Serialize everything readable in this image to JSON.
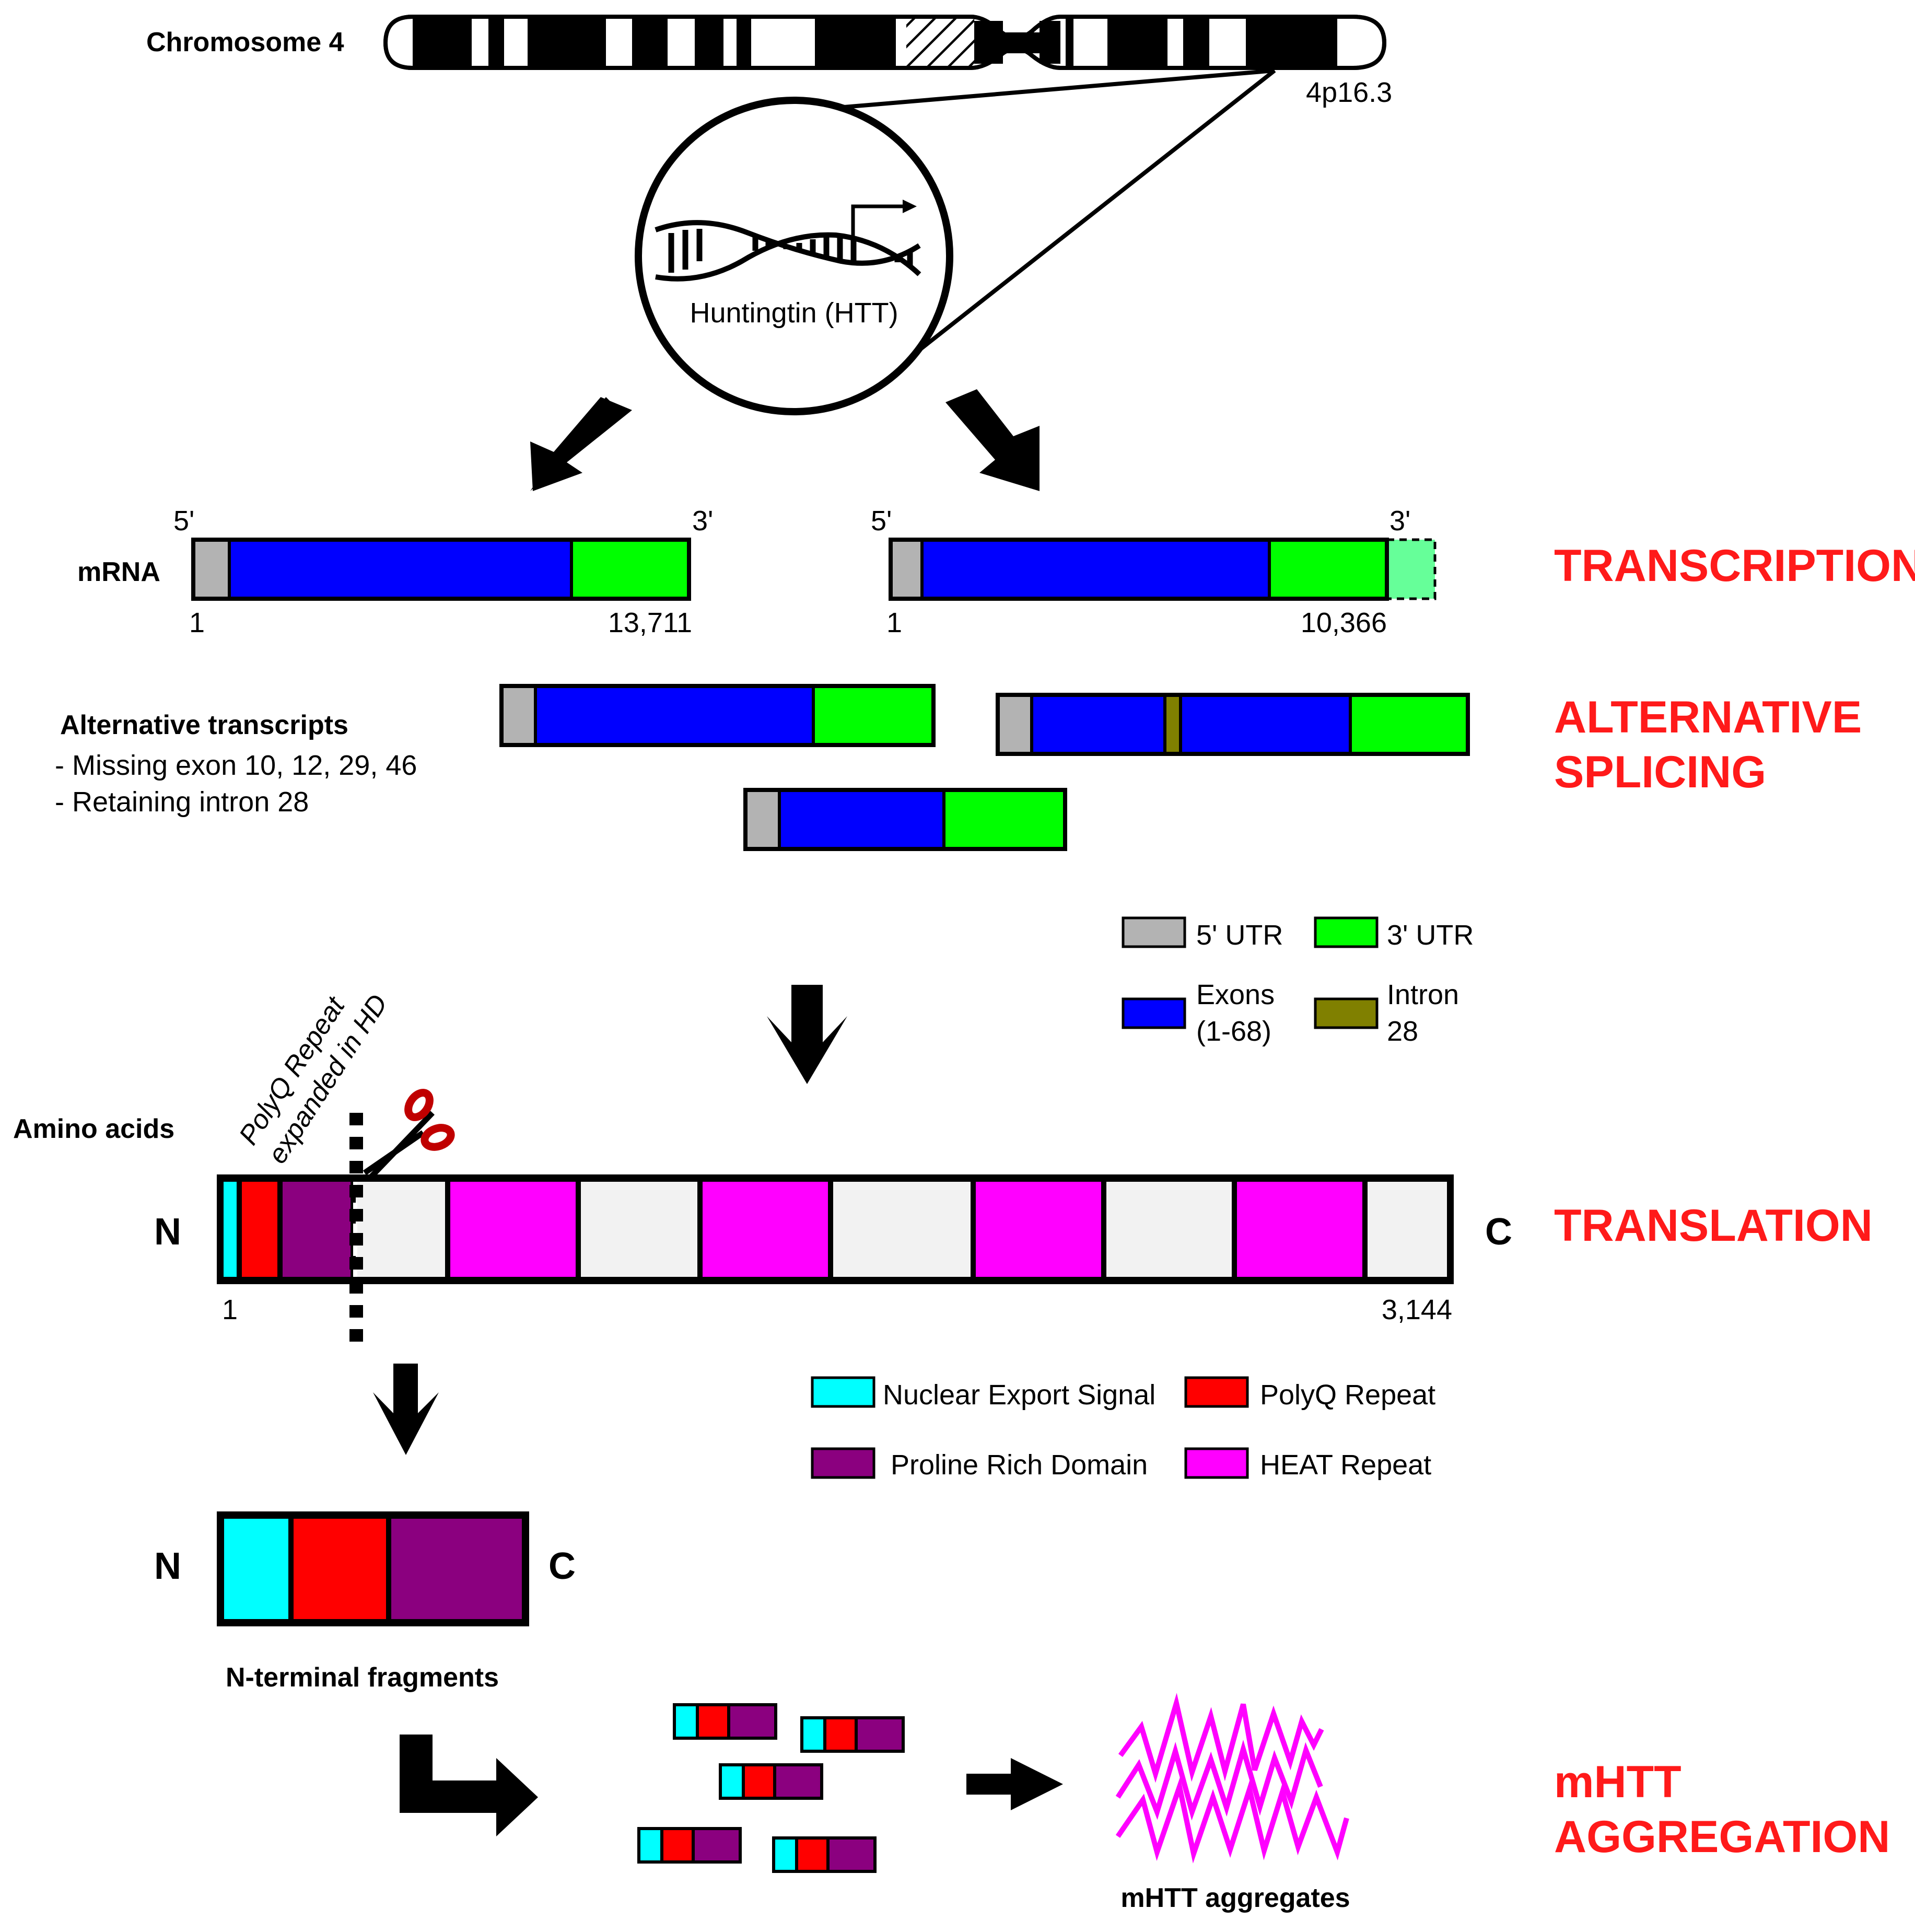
{
  "chromosome": {
    "label": "Chromosome 4",
    "locus": "4p16.3"
  },
  "gene": {
    "label": "Huntingtin (HTT)"
  },
  "stages": {
    "transcription": "TRANSCRIPTION",
    "alt_splicing_1": "ALTERNATIVE",
    "alt_splicing_2": "SPLICING",
    "translation": "TRANSLATION",
    "aggregation_1": "mHTT",
    "aggregation_2": "AGGREGATION"
  },
  "mrna": {
    "label": "mRNA",
    "left": {
      "five": "5'",
      "three": "3'",
      "start": "1",
      "end": "13,711"
    },
    "right": {
      "five": "5'",
      "three": "3'",
      "start": "1",
      "end": "10,366"
    }
  },
  "alternative": {
    "heading": "Alternative transcripts",
    "items": [
      "- Missing exon 10, 12, 29, 46",
      "- Retaining intron 28"
    ]
  },
  "mrna_legend": {
    "utr5": "5' UTR",
    "utr3": "3' UTR",
    "exons_1": "Exons",
    "exons_2": "(1-68)",
    "intron_1": "Intron",
    "intron_2": "28"
  },
  "protein": {
    "label": "Amino acids",
    "polyq_note_1": "PolyQ Repeat",
    "polyq_note_2": "expanded in HD",
    "n_term": "N",
    "c_term": "C",
    "start": "1",
    "end": "3,144"
  },
  "protein_legend": {
    "nes": "Nuclear Export Signal",
    "polyq": "PolyQ Repeat",
    "prd": "Proline Rich Domain",
    "heat": "HEAT Repeat"
  },
  "fragment": {
    "n_term": "N",
    "c_term": "C",
    "caption": "N-terminal fragments"
  },
  "aggregates": {
    "caption": "mHTT aggregates"
  },
  "colors": {
    "utr5": "#b3b3b3",
    "exon": "#0000ff",
    "utr3": "#00ff00",
    "utr3_light": "#66ff99",
    "intron": "#808000",
    "nes": "#00ffff",
    "polyq": "#ff0000",
    "prd": "#8b007f",
    "heat": "#ff00ff",
    "protein_bg": "#f2f2f2",
    "stage_text": "#ff1a1a"
  }
}
